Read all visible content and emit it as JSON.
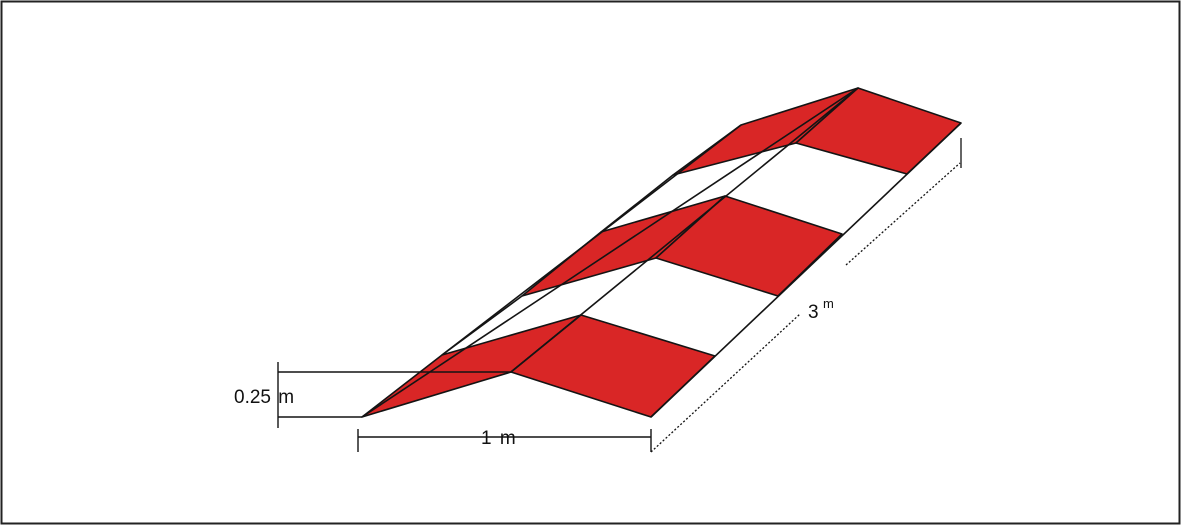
{
  "diagram": {
    "colors": {
      "stripe": "#d92626",
      "outline": "#141414",
      "background": "#ffffff"
    },
    "labels": {
      "height_value": "0.25",
      "height_unit": "m",
      "width_value": "1",
      "width_unit": "m",
      "length_value": "3",
      "length_unit": "m"
    }
  }
}
